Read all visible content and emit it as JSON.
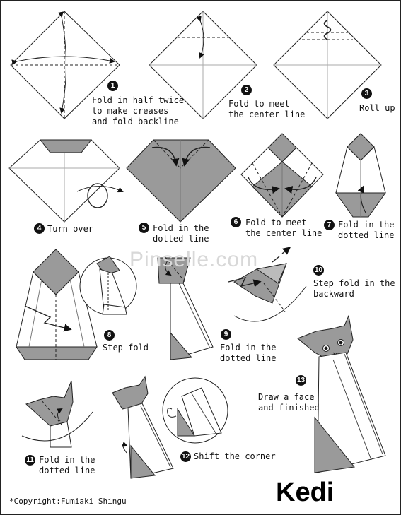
{
  "title": "Kedi",
  "watermark": "Pinselle.com",
  "copyright": "*Copyright:Fumiaki Shingu",
  "colors": {
    "paper_gray": "#9a9a9a",
    "line": "#222222",
    "background": "#ffffff"
  },
  "steps": [
    {
      "number": "1",
      "caption": "Fold in half twice\nto make creases\nand fold backline"
    },
    {
      "number": "2",
      "caption": "Fold to meet\nthe center line"
    },
    {
      "number": "3",
      "caption": "Roll up"
    },
    {
      "number": "4",
      "caption": "Turn over"
    },
    {
      "number": "5",
      "caption": "Fold in the\ndotted line"
    },
    {
      "number": "6",
      "caption": "Fold to meet\nthe center line"
    },
    {
      "number": "7",
      "caption": "Fold in the\ndotted line"
    },
    {
      "number": "8",
      "caption": "Step fold"
    },
    {
      "number": "9",
      "caption": "Fold in the\ndotted line"
    },
    {
      "number": "10",
      "caption": "Step fold in the\nbackward"
    },
    {
      "number": "11",
      "caption": "Fold in the\ndotted line"
    },
    {
      "number": "12",
      "caption": "Shift the corner"
    },
    {
      "number": "13",
      "caption": "Draw a face\nand finished"
    }
  ]
}
